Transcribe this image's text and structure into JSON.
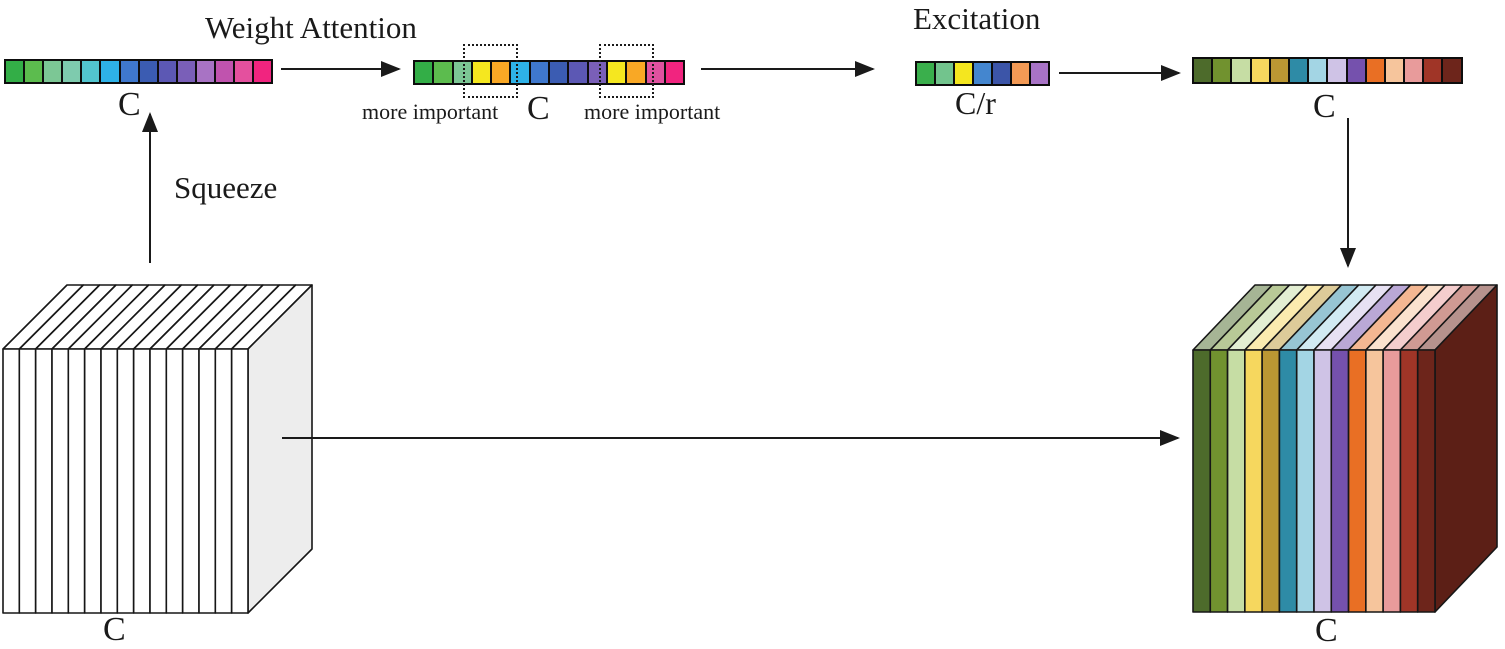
{
  "diagram": {
    "background": "#ffffff",
    "ink": "#1a1a1a",
    "labels": {
      "weight_attention": "Weight Attention",
      "excitation": "Excitation",
      "squeeze": "Squeeze",
      "more_important_left": "more important",
      "more_important_right": "more important",
      "input_strip_c": "C",
      "weighted_strip_c": "C",
      "excitation_strip_cr": "C/r",
      "output_strip_c": "C",
      "input_cube_c": "C",
      "output_cube_c": "C"
    },
    "strips": {
      "input": [
        "#33ae47",
        "#5cbc4e",
        "#7cc795",
        "#7ecbae",
        "#52c5cf",
        "#2eb2e8",
        "#3f78cd",
        "#3b5cb2",
        "#5c58b4",
        "#7a5fb8",
        "#a873c4",
        "#c053ae",
        "#e4509e",
        "#f1247f"
      ],
      "weighted": [
        "#33ae47",
        "#5cbc4e",
        "#7cc795",
        "#f5e71f",
        "#f9a825",
        "#2eb2e8",
        "#3f78cd",
        "#3b5cb2",
        "#5c58b4",
        "#7a5fb8",
        "#f5e71f",
        "#f9a825",
        "#e0519f",
        "#f1247f"
      ],
      "excitation": [
        "#3aaf4c",
        "#72c48d",
        "#f4e61f",
        "#4486cf",
        "#3c55a8",
        "#f39a55",
        "#a873c6"
      ],
      "output": [
        "#4d6b2b",
        "#71922f",
        "#c6dda4",
        "#f6d75e",
        "#bb9733",
        "#2e8ba6",
        "#a3d5e4",
        "#cfc3e6",
        "#7551ad",
        "#e96f24",
        "#f6c59c",
        "#e89b9b",
        "#a03527",
        "#6d251b"
      ]
    },
    "cubes": {
      "input": {
        "slab_count": 15,
        "slab_color": "#ffffff",
        "side_color": "#ededed"
      },
      "output": {
        "side_color": "#5c1f16"
      }
    },
    "icons": {
      "arrow_color": "#1a1a1a"
    }
  }
}
